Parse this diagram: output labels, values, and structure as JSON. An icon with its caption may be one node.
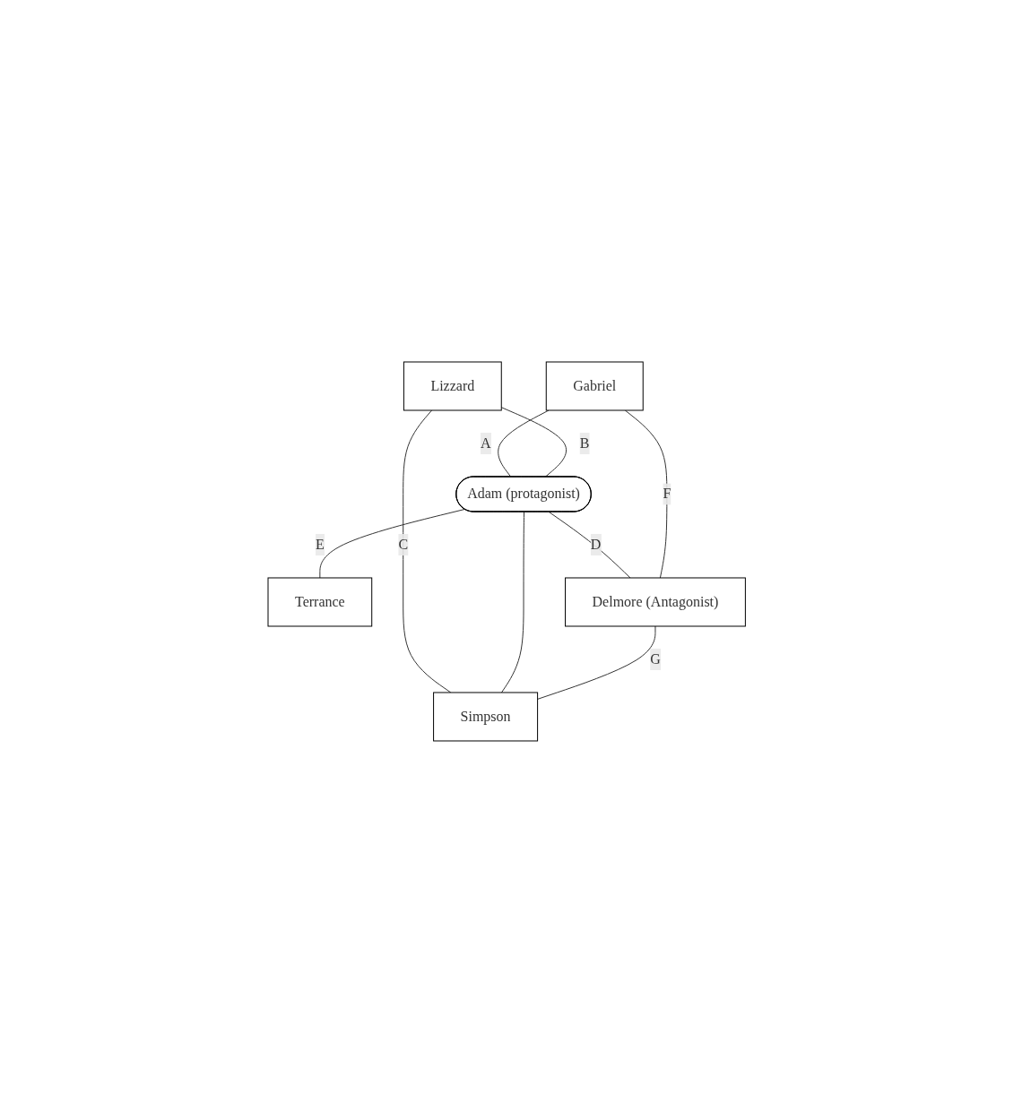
{
  "diagram": {
    "nodes": [
      {
        "text": [
          "Gabriel"
        ]
      },
      {
        "text": [
          "Lizzard"
        ]
      },
      {
        "text": [
          "Adam (protagonist)"
        ]
      },
      {
        "text": [
          "Terrance"
        ]
      },
      {
        "text": [
          "Delmore (Antagonist)"
        ]
      },
      {
        "text": [
          "Simpson"
        ]
      }
    ],
    "edges": [
      {
        "from": 0,
        "to": 2,
        "arrow": "none",
        "label": "A"
      },
      {
        "from": 1,
        "to": 2,
        "arrow": "none",
        "label": "B"
      },
      {
        "from": 1,
        "to": 5,
        "arrow": "none",
        "label": "C"
      },
      {
        "from": 2,
        "to": 3,
        "arrow": "none",
        "label": "E"
      },
      {
        "from": 2,
        "to": 4,
        "arrow": "none",
        "label": "D"
      },
      {
        "from": 2,
        "to": 5,
        "arrow": "none"
      },
      {
        "from": 0,
        "to": 4,
        "arrow": "none",
        "label": "F"
      },
      {
        "from": 4,
        "to": 5,
        "arrow": "none",
        "label": "G"
      }
    ]
  }
}
